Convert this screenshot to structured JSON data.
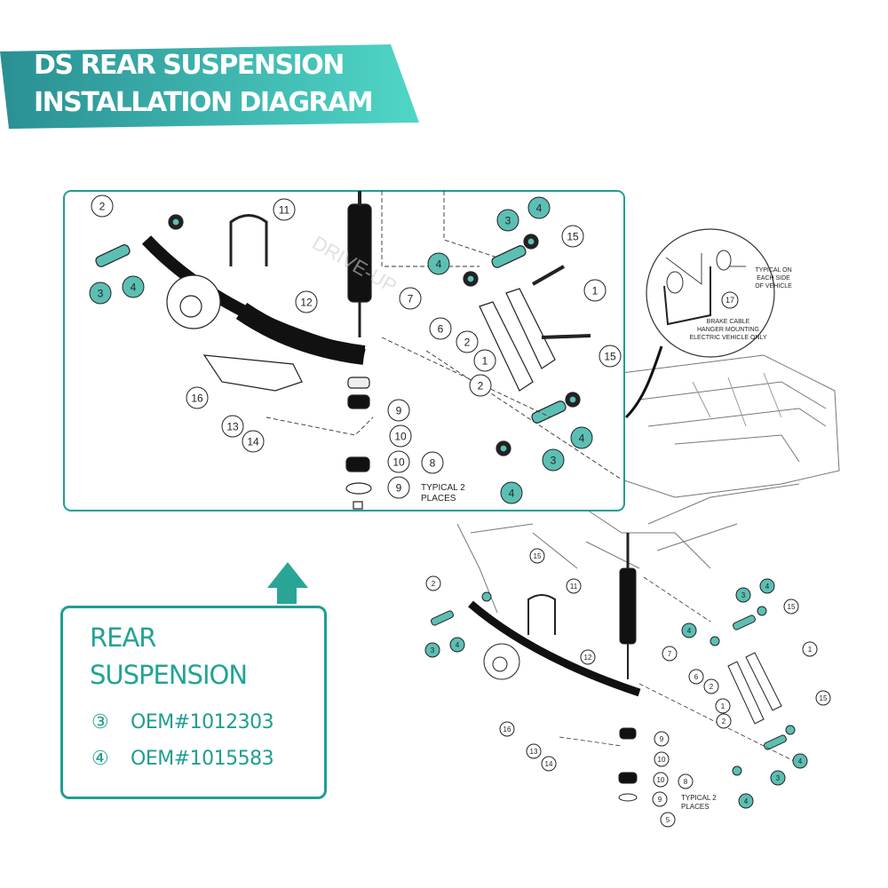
{
  "title": {
    "line1": "DS REAR SUSPENSION",
    "line2": "INSTALLATION DIAGRAM"
  },
  "colors": {
    "teal_dark": "#2a8f93",
    "teal_light": "#4fd6c6",
    "highlight": "#5cbfb4",
    "legend": "#1f9e92"
  },
  "legend": {
    "title_line1": "REAR",
    "title_line2": "SUSPENSION",
    "items": [
      {
        "symbol": "③",
        "label": "OEM#1012303"
      },
      {
        "symbol": "④",
        "label": "OEM#1015583"
      }
    ],
    "arrow_icon": "arrow-up-icon"
  },
  "inset": {
    "callouts": [
      "2",
      "11",
      "3",
      "4",
      "15",
      "4",
      "7",
      "3",
      "4",
      "12",
      "1",
      "6",
      "2",
      "1",
      "15",
      "2",
      "16",
      "9",
      "13",
      "14",
      "10",
      "4",
      "3",
      "8",
      "10",
      "4",
      "9"
    ],
    "highlighted": [
      false,
      false,
      true,
      true,
      false,
      true,
      false,
      true,
      true,
      false,
      false,
      false,
      false,
      false,
      false,
      false,
      false,
      false,
      false,
      false,
      false,
      true,
      true,
      false,
      false,
      true,
      false
    ],
    "note": "TYPICAL 2\nPLACES",
    "watermark": "DRIVE-UP"
  },
  "main": {
    "callouts": [
      "15",
      "2",
      "11",
      "3",
      "4",
      "15",
      "3",
      "4",
      "4",
      "7",
      "12",
      "1",
      "6",
      "2",
      "1",
      "2",
      "15",
      "16",
      "9",
      "13",
      "14",
      "10",
      "4",
      "3",
      "10",
      "8",
      "9",
      "5",
      "4"
    ],
    "note": "TYPICAL 2\nPLACES"
  },
  "detail": {
    "callout": "17",
    "note_side": "TYPICAL ON\nEACH SIDE\nOF VEHICLE",
    "note_bottom": "BRAKE CABLE\nHANGER MOUNTING\nELECTRIC VEHICLE ONLY"
  }
}
